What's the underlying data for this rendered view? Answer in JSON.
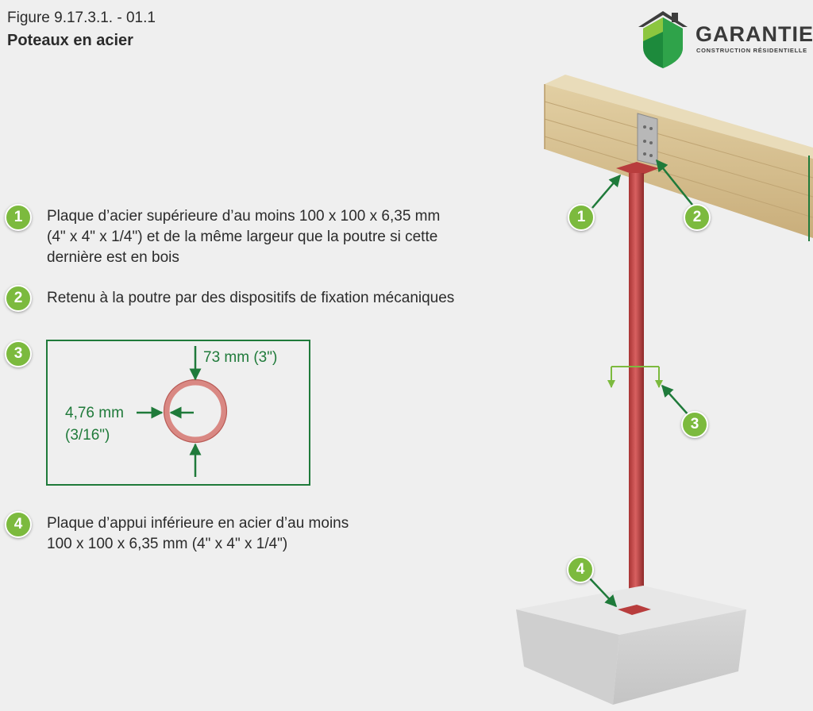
{
  "figure": {
    "code": "Figure 9.17.3.1. - 01.1",
    "title": "Poteaux en acier"
  },
  "logo": {
    "name": "GARANTIE",
    "subtitle": "CONSTRUCTION RÉSIDENTIELLE"
  },
  "items": [
    {
      "number": "1",
      "lines": [
        "Plaque d’acier supérieure d’au moins 100 x 100 x 6,35 mm",
        "(4\" x 4\" x 1/4\") et de la même largeur que la poutre si cette",
        "dernière est en bois"
      ]
    },
    {
      "number": "2",
      "lines": [
        "Retenu à la poutre par des dispositifs de fixation mécaniques"
      ]
    },
    {
      "number": "3",
      "lines": []
    },
    {
      "number": "4",
      "lines": [
        "Plaque d’appui inférieure en acier d’au moins",
        "100 x 100 x 6,35 mm (4\" x 4\" x 1/4\")"
      ]
    }
  ],
  "section_detail": {
    "diameter": "73 mm (3\")",
    "wall_mm": "4,76 mm",
    "wall_in": "(3/16\")"
  },
  "callouts": [
    "1",
    "2",
    "3",
    "4"
  ],
  "colors": {
    "badge": "#7cba3e",
    "dimension": "#1f7a3a",
    "column": "#c24a4a",
    "beam": "#d9c296",
    "footing": "#d4d4d4"
  }
}
